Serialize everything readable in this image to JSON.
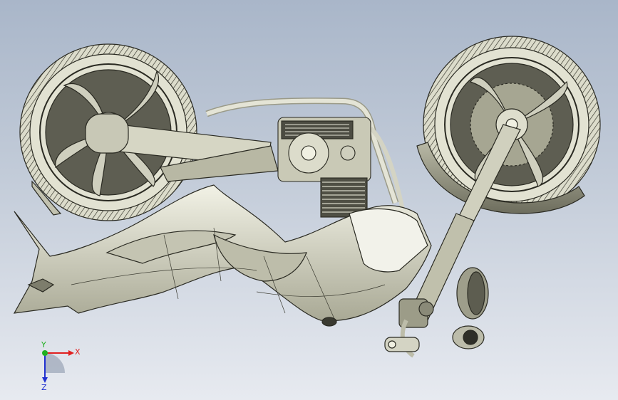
{
  "viewport": {
    "background_top": "#a9b6c9",
    "background_bottom": "#e7eaf0",
    "model_color": "#d9d9c7",
    "edge_color": "#2a2a22"
  },
  "triad": {
    "x_label": "X",
    "y_label": "Y",
    "z_label": "Z",
    "x_color": "#e02020",
    "y_color": "#20b020",
    "z_color": "#2030d0"
  }
}
